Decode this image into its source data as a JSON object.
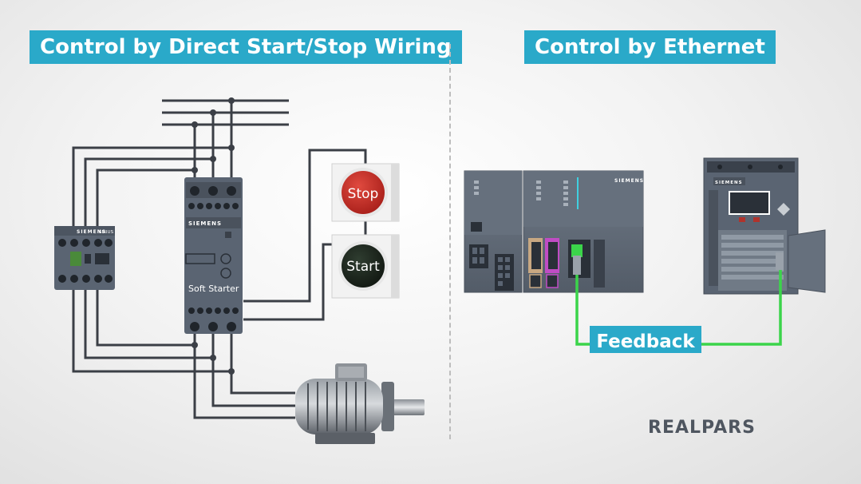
{
  "titles": {
    "left": "Control by Direct Start/Stop Wiring",
    "right": "Control by Ethernet"
  },
  "left_panel": {
    "contactor_brand": "SIEMENS",
    "contactor_model": "SIRIUS",
    "soft_starter_brand": "SIEMENS",
    "soft_starter_label": "Soft Starter",
    "stop_button_label": "Stop",
    "start_button_label": "Start"
  },
  "right_panel": {
    "plc_brand": "SIEMENS",
    "drive_brand": "SIEMENS",
    "feedback_label": "Feedback"
  },
  "logo": {
    "text": "REALPARS",
    "accent_letter": "A"
  },
  "colors": {
    "title_bg": "#2aa9c9",
    "wire": "#3b3f46",
    "ethernet": "#3bd44a",
    "stop_red": "#c62828",
    "start_dark": "#1e2a1e",
    "device": "#5a6472"
  }
}
